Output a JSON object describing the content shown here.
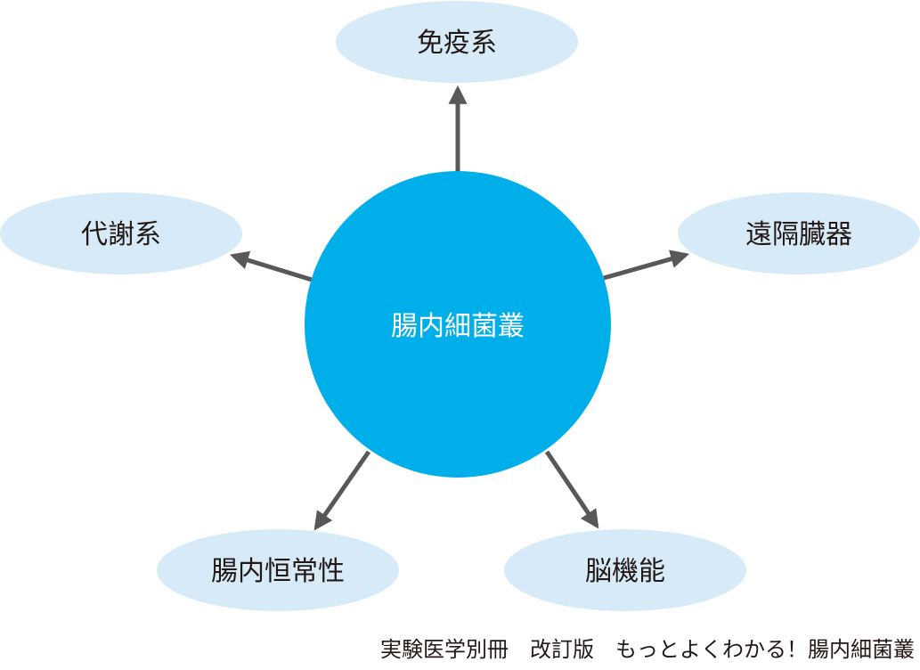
{
  "center": {
    "label": "腸内細菌叢"
  },
  "targets": [
    {
      "label": "免疫系"
    },
    {
      "label": "代謝系"
    },
    {
      "label": "遠隔臓器"
    },
    {
      "label": "腸内恒常性"
    },
    {
      "label": "脳機能"
    }
  ],
  "caption": "実験医学別冊　改訂版　もっとよくわかる！腸内細菌叢",
  "colors": {
    "center_fill": "#00AEEA",
    "node_fill": "#D6EBF7",
    "arrow": "#595757",
    "text": "#231815"
  }
}
